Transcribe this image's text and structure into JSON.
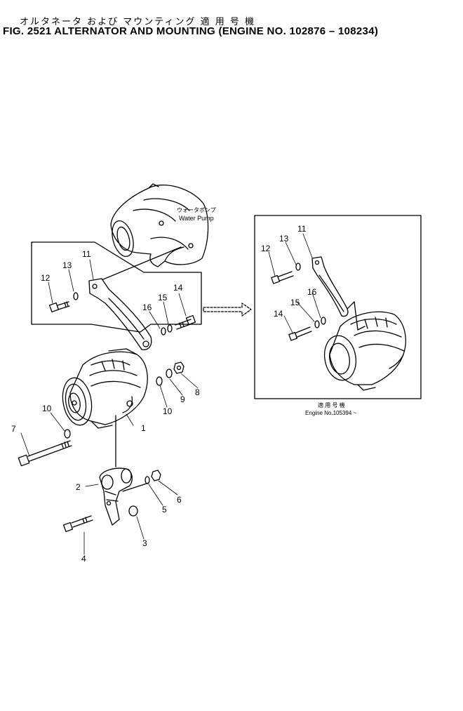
{
  "title_jp": "オルタネータ および マウンティング 適 用 号 機",
  "title_en": "FIG. 2521  ALTERNATOR AND MOUNTING (ENGINE NO. 102876 – 108234)",
  "labels": {
    "water_pump": "Water Pump",
    "applicable_jp": "適 用 号 機",
    "engine_no": "Engine No.105394 ~"
  },
  "callouts": {
    "main": [
      "1",
      "2",
      "3",
      "4",
      "5",
      "6",
      "7",
      "8",
      "9",
      "10",
      "10",
      "11",
      "12",
      "13",
      "14",
      "15",
      "16"
    ],
    "inset": [
      "11",
      "12",
      "13",
      "14",
      "15",
      "16"
    ]
  }
}
